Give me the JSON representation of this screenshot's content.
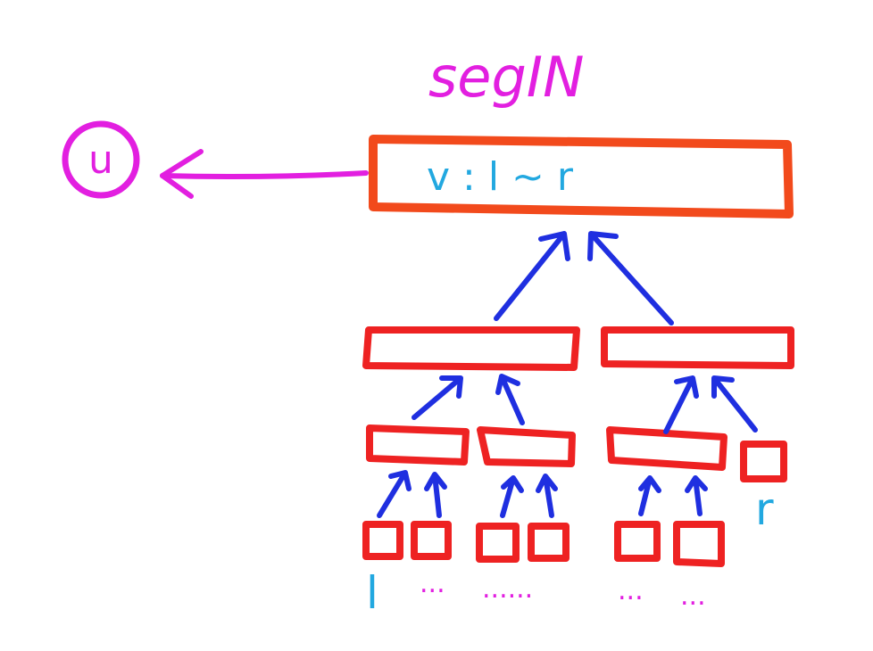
{
  "title": "segIN",
  "external_node": "u",
  "root_label": "v : l ~ r",
  "left_bound": "l",
  "right_bound": "r",
  "ellipses": [
    "...",
    "......",
    "...",
    "..."
  ],
  "colors": {
    "magenta": "#e21fe0",
    "box_red": "#ee2222",
    "box_orange": "#f24a1c",
    "arrow_blue": "#1f2fe0",
    "text_cyan": "#22a8e0"
  }
}
